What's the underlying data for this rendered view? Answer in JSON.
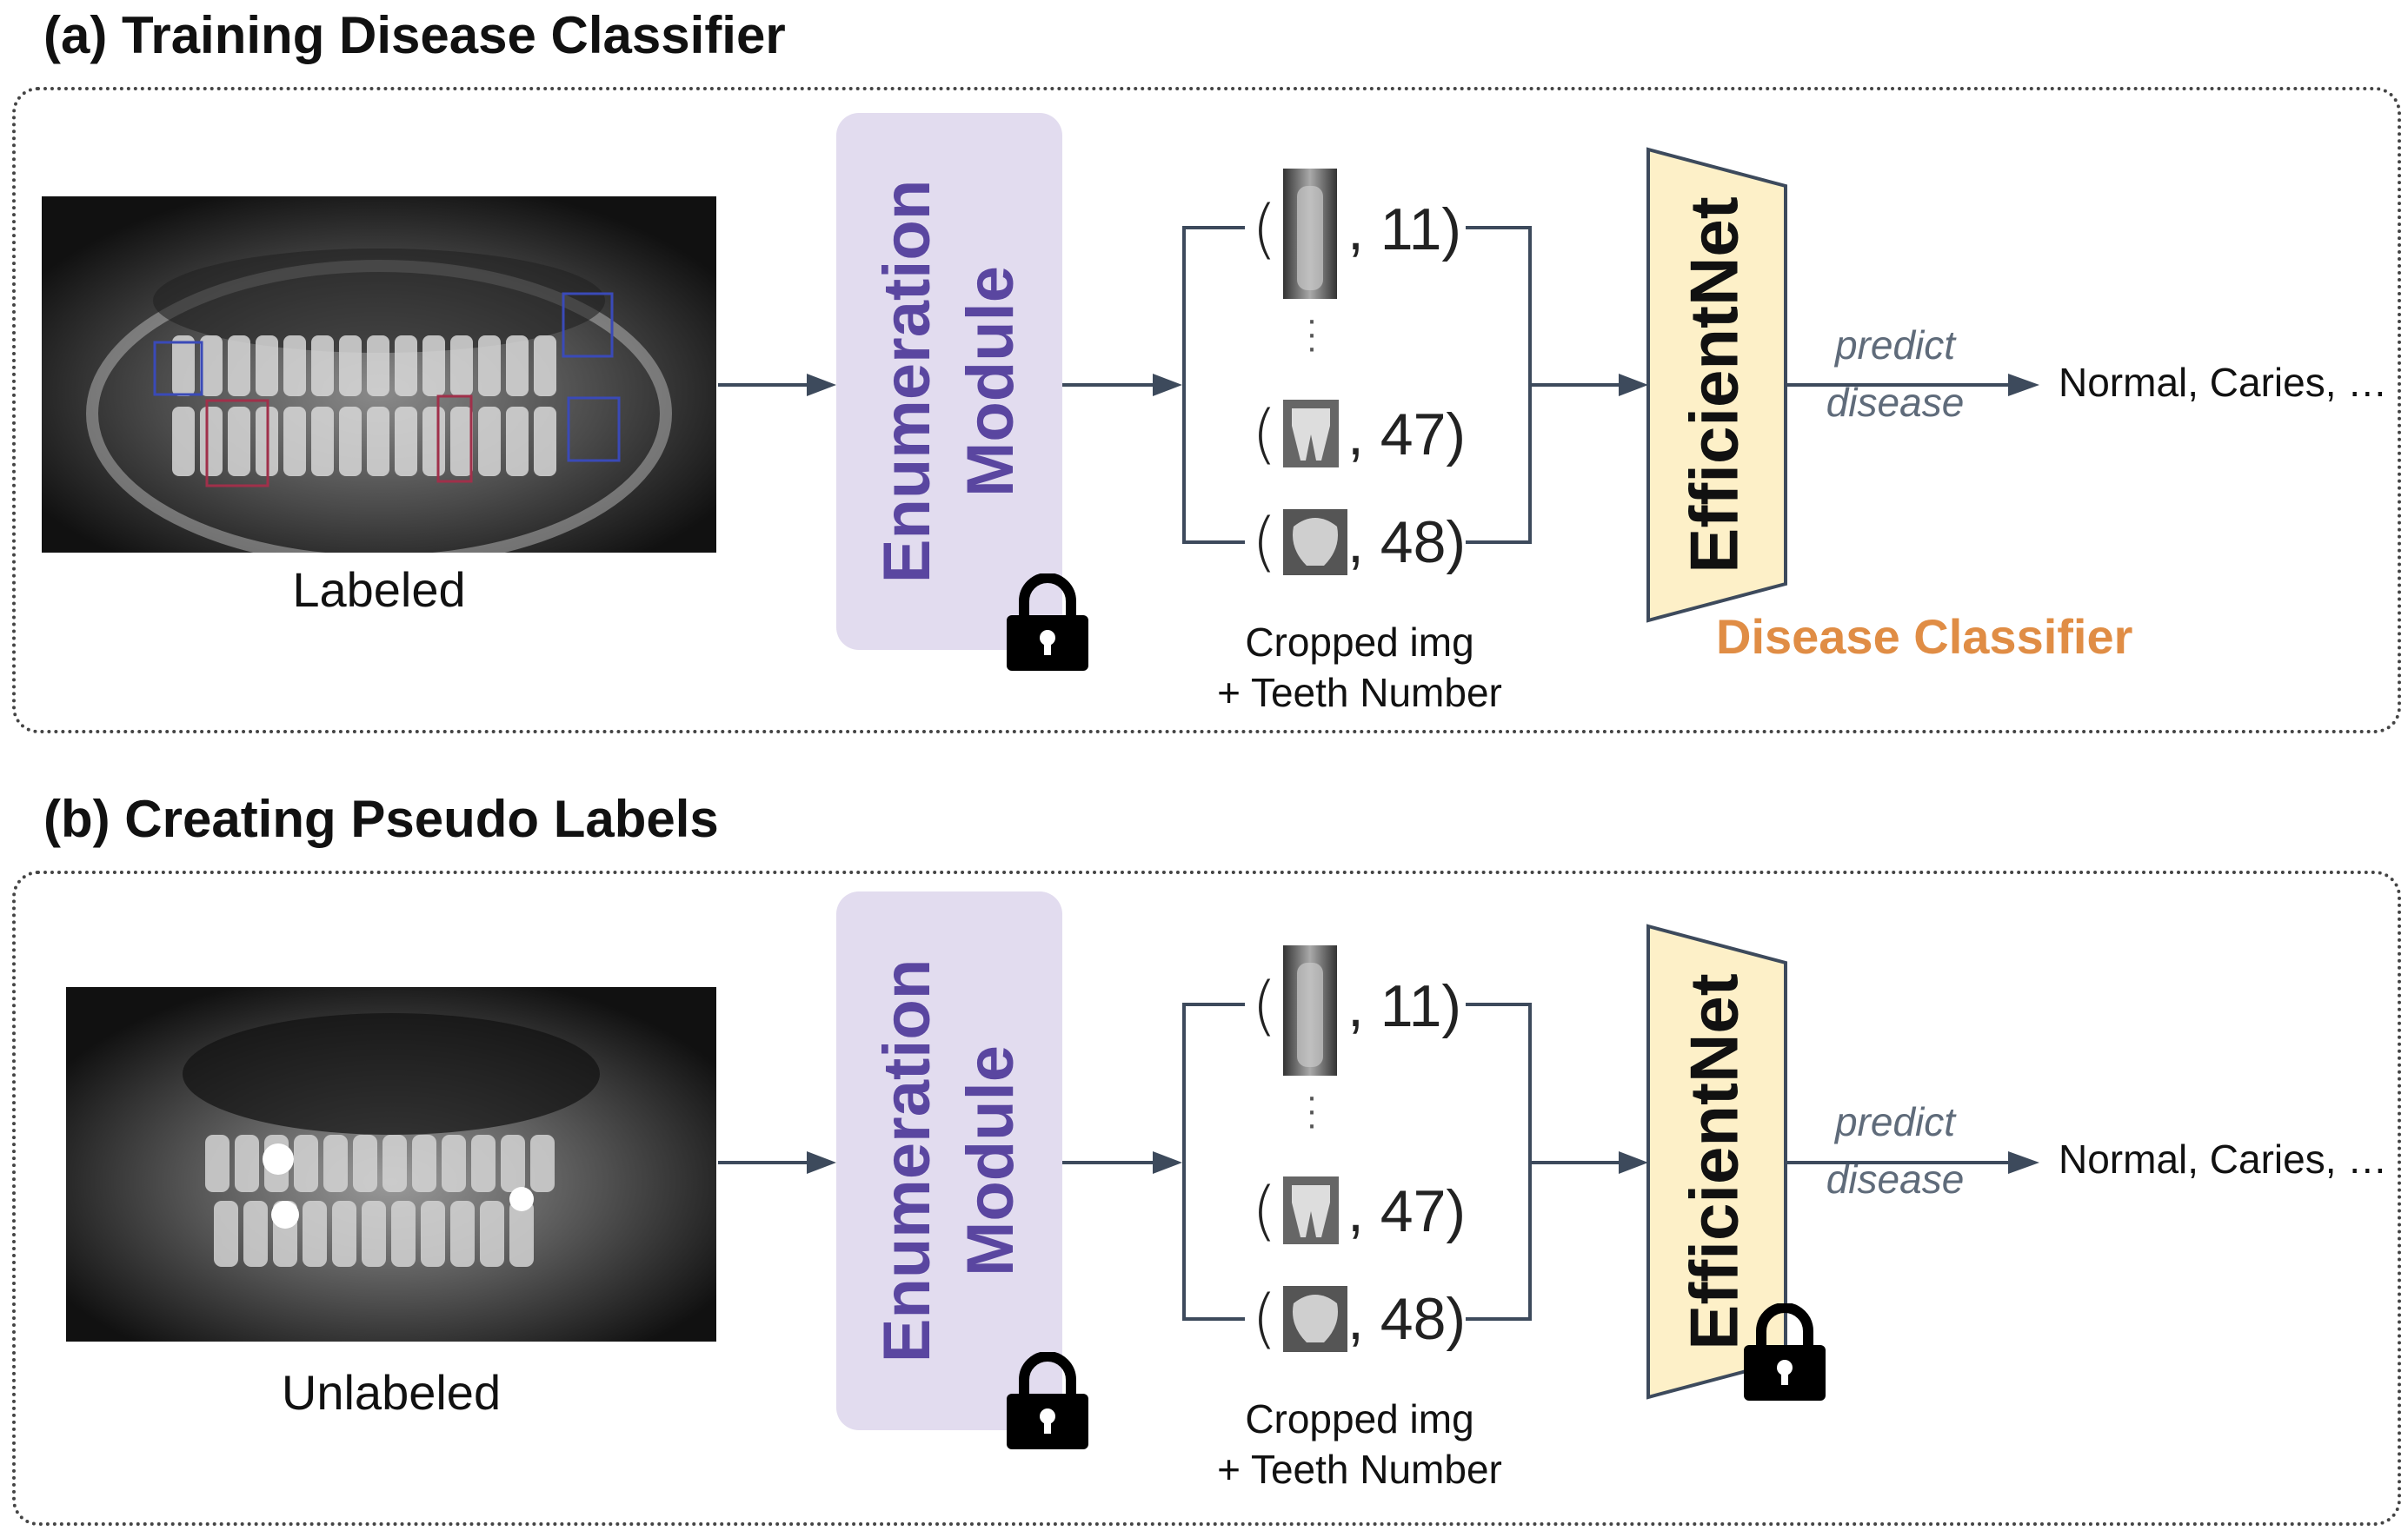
{
  "panels": [
    {
      "title": "(a) Training Disease Classifier",
      "image_caption": "Labeled",
      "module_line1": "Enumeration",
      "module_line2": "Module",
      "tuples": [
        "11)",
        "47)",
        "48)"
      ],
      "crop_caption_line1": "Cropped img",
      "crop_caption_line2": "+ Teeth Number",
      "model_label": "EfficientNet",
      "predict_line1": "predict",
      "predict_line2": "disease",
      "output": "Normal, Caries, …",
      "classifier_label": "Disease Classifier"
    },
    {
      "title": "(b) Creating Pseudo Labels",
      "image_caption": "Unlabeled",
      "module_line1": "Enumeration",
      "module_line2": "Module",
      "tuples": [
        "11)",
        "47)",
        "48)"
      ],
      "crop_caption_line1": "Cropped img",
      "crop_caption_line2": "+ Teeth Number",
      "model_label": "EfficientNet",
      "predict_line1": "predict",
      "predict_line2": "disease",
      "output": "Normal, Caries, …"
    }
  ],
  "colors": {
    "module_fill": "#e2dcef",
    "module_text": "#5a46a0",
    "model_fill": "#fdf0c8",
    "classifier_text": "#e08d45",
    "arrow": "#3d4a5c"
  },
  "icons": [
    "lock-icon",
    "xray-image",
    "tooth-crop-image"
  ]
}
